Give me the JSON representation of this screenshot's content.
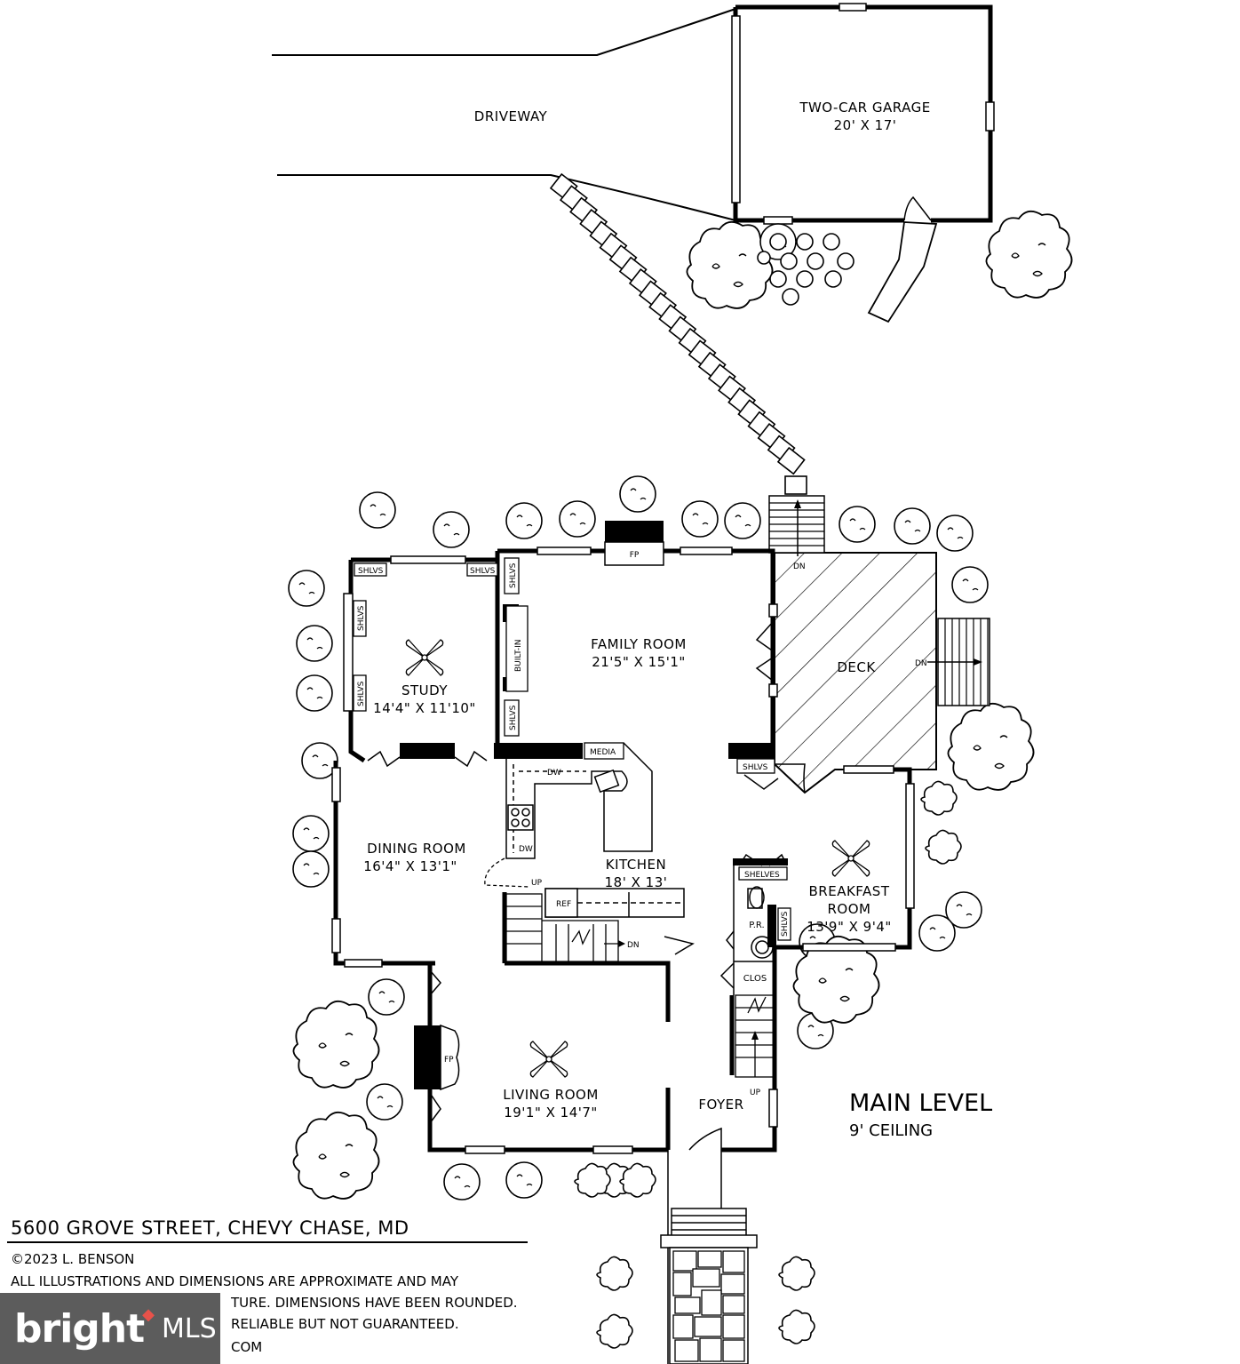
{
  "rooms": {
    "driveway": "DRIVEWAY",
    "garage_name": "TWO-CAR GARAGE",
    "garage_dim": "20' X 17'",
    "family_name": "FAMILY ROOM",
    "family_dim": "21'5\" X 15'1\"",
    "study_name": "STUDY",
    "study_dim": "14'4\" X 11'10\"",
    "deck": "DECK",
    "dining_name": "DINING ROOM",
    "dining_dim": "16'4\" X 13'1\"",
    "kitchen_name": "KITCHEN",
    "kitchen_dim": "18' X 13'",
    "breakfast_name1": "BREAKFAST",
    "breakfast_name2": "ROOM",
    "breakfast_dim": "13'9\" X 9'4\"",
    "living_name": "LIVING ROOM",
    "living_dim": "19'1\" X 14'7\"",
    "foyer": "FOYER",
    "pr": "P.R.",
    "clos": "CLOS"
  },
  "fixtures": {
    "fp": "FP",
    "shlvs": "SHLVS",
    "built_in": "BUILT-IN",
    "media": "MEDIA",
    "dw": "DW",
    "ref": "REF",
    "shelves": "SHELVES",
    "up": "UP",
    "dn": "DN"
  },
  "level": {
    "title": "MAIN LEVEL",
    "ceiling": "9' CEILING"
  },
  "footer": {
    "address": "5600 GROVE STREET, CHEVY CHASE, MD",
    "copyright": "©2023 L. BENSON",
    "line1": "ALL ILLUSTRATIONS AND DIMENSIONS ARE APPROXIMATE AND MAY",
    "line2": "TURE. DIMENSIONS HAVE BEEN ROUNDED.",
    "line3": "RELIABLE BUT NOT GUARANTEED.",
    "line4": "COM"
  },
  "watermark": {
    "brand": "bright",
    "suffix": "MLS",
    "color": "#e8524a"
  }
}
